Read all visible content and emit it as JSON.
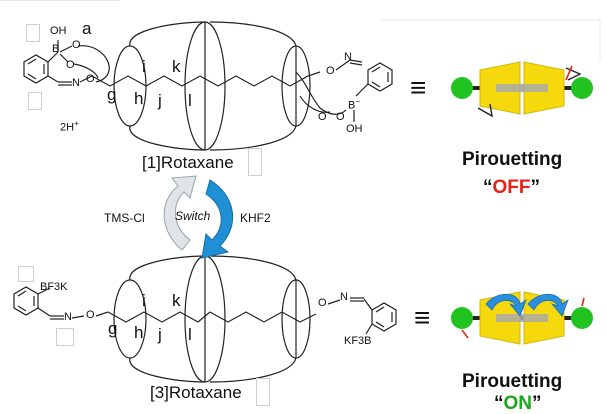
{
  "colors": {
    "off": "#e2231a",
    "on": "#1aa51a",
    "stopper": "#21c321",
    "ring": "#f5d90c",
    "arrow_blue": "#1f8fd6",
    "arrow_grey": "#dfe4e8"
  },
  "rotaxane1": {
    "name": "[1]Rotaxane",
    "oh_top": "OH",
    "a_label": "a",
    "b_minus": "B",
    "o1": "O",
    "o2": "O",
    "n_left": "N",
    "o_left": "O",
    "proton": "2H",
    "n_right": "N",
    "o_right": "O",
    "o_r1": "O",
    "o_r2": "O",
    "b_right": "B",
    "oh_bottom": "OH",
    "chain_labels": [
      "g",
      "h",
      "i",
      "j",
      "k",
      "l"
    ]
  },
  "rotaxane3": {
    "name": "[3]Rotaxane",
    "bf3k_left": "BF3K",
    "n_left": "N",
    "o_left": "O",
    "o_right": "O",
    "n_right": "N",
    "kf3b_right": "KF3B",
    "chain_labels": [
      "g",
      "h",
      "i",
      "j",
      "k",
      "l"
    ]
  },
  "switch": {
    "left_reagent": "TMS-Cl",
    "center_label": "Switch",
    "right_reagent": "KHF2"
  },
  "states": [
    {
      "title": "Pirouetting",
      "open_quote": "“",
      "value": "OFF",
      "close_quote": "”"
    },
    {
      "title": "Pirouetting",
      "open_quote": "“",
      "value": "ON",
      "close_quote": "”"
    }
  ],
  "equiv_symbol": "≡"
}
